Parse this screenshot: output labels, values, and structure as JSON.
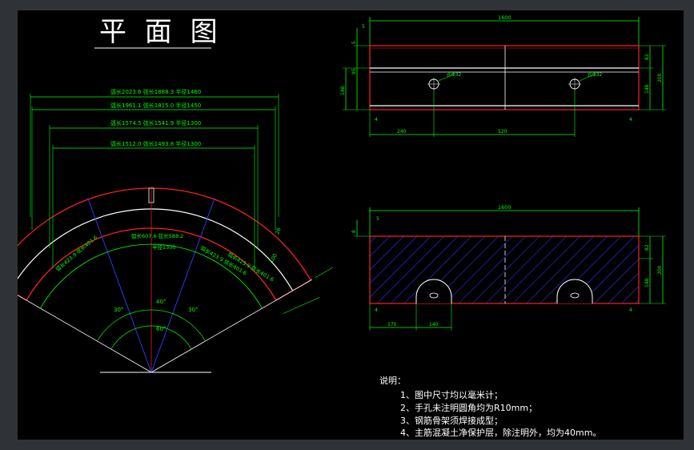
{
  "title": "平 面 图",
  "plan": {
    "arc_labels": [
      "弧长2023.6  弦长1888.3  半径1460",
      "弧长1961.1  弦长1815.0  半径1450",
      "弧长1574.5  弦长1541.9  半径1300",
      "弧长1512.0  弦长1493.8  半径1300"
    ],
    "inner_labels": {
      "left": "弧长423.9  弦长401.6",
      "middle": "弧长607.6  弦长588.2",
      "right": "弧长423.9  弦长401.6",
      "radius": "半径1300",
      "right_far": "弧长423.9  弦长401.6"
    },
    "angles": {
      "a_left": "30°",
      "a_mid": "40°",
      "a_right": "30°",
      "a_total": "60°"
    },
    "edge_dims": {
      "right_offset": "26",
      "right_thk": "100"
    }
  },
  "elev_top": {
    "overall": "1600",
    "heights": {
      "h_top": "5",
      "h_r1": "82",
      "h_total": "200",
      "h_r2": "148",
      "h_l1": "95",
      "h_l2": "148"
    },
    "left_small": [
      "5",
      "4"
    ],
    "right_small": "4",
    "hole_labels": [
      "孔Φ32",
      "孔Φ32"
    ],
    "bottom": {
      "d1": "240",
      "d2": "520"
    }
  },
  "elev_bottom": {
    "overall": "1600",
    "heights": {
      "h_top": "5",
      "h_r1": "82",
      "h_total": "200",
      "h_r2": "148"
    },
    "left_small": "8",
    "corner_small": [
      "4",
      "4"
    ],
    "bottom": {
      "d1": "170",
      "d2": "140"
    }
  },
  "notes": {
    "title": "说明：",
    "items": [
      "1、图中尺寸均以毫米计；",
      "2、手孔未注明圆角均为R10mm；",
      "3、钢筋骨架须焊接成型；",
      "4、主筋混凝土净保护层，除注明外，均为40mm。"
    ]
  },
  "colors": {
    "dim": "#00ff00",
    "outline": "#ff2020",
    "white": "#ffffff",
    "axis": "#3040ff",
    "hatch": "#3030ff"
  }
}
